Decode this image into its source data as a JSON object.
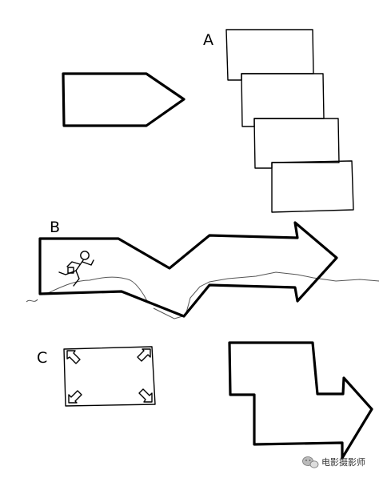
{
  "labels": {
    "a": "A",
    "b": "B",
    "c": "C"
  },
  "watermark": {
    "text": "电影摄影师",
    "icon": "wechat-icon"
  },
  "colors": {
    "ink": "#000000",
    "background": "#ffffff"
  }
}
